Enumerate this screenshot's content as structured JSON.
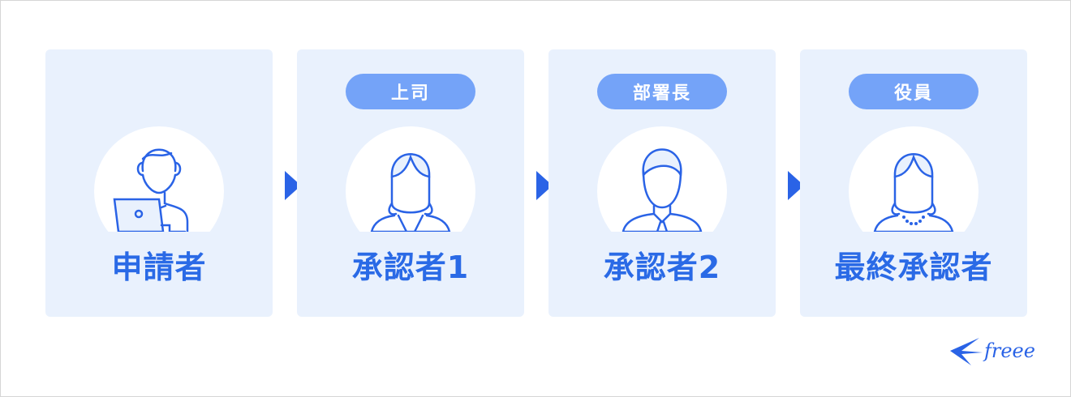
{
  "steps": [
    {
      "label": "申請者",
      "badge": "",
      "icon": "person-laptop-icon"
    },
    {
      "label": "承認者1",
      "badge": "上司",
      "icon": "woman-icon"
    },
    {
      "label": "承認者2",
      "badge": "部署長",
      "icon": "man-tie-icon"
    },
    {
      "label": "最終承認者",
      "badge": "役員",
      "icon": "woman-necklace-icon"
    }
  ],
  "logo": "freee",
  "colors": {
    "accent": "#2a6ae6",
    "card": "#e9f1fd",
    "badge": "#74a3f8"
  }
}
